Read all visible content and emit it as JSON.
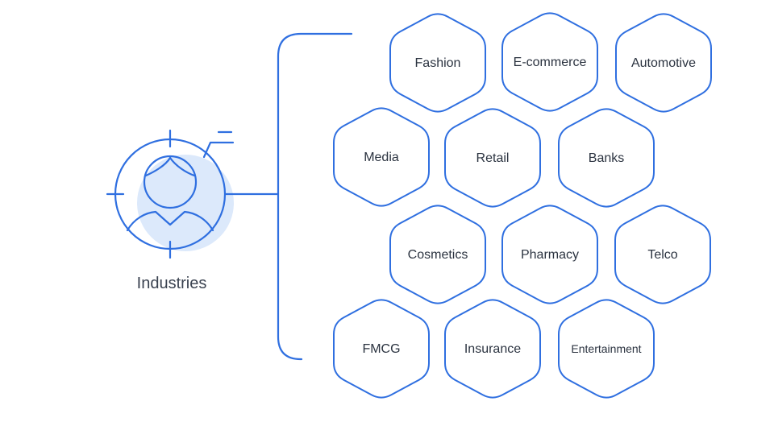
{
  "diagram": {
    "root_label": "Industries",
    "accent_color": "#2f6fe0",
    "fill_color": "#dce9fb",
    "text_color": "#2b3340",
    "industries": [
      "Fashion",
      "E-commerce",
      "Automotive",
      "Media",
      "Retail",
      "Banks",
      "Cosmetics",
      "Pharmacy",
      "Telco",
      "FMCG",
      "Insurance",
      "Entertainment"
    ]
  }
}
